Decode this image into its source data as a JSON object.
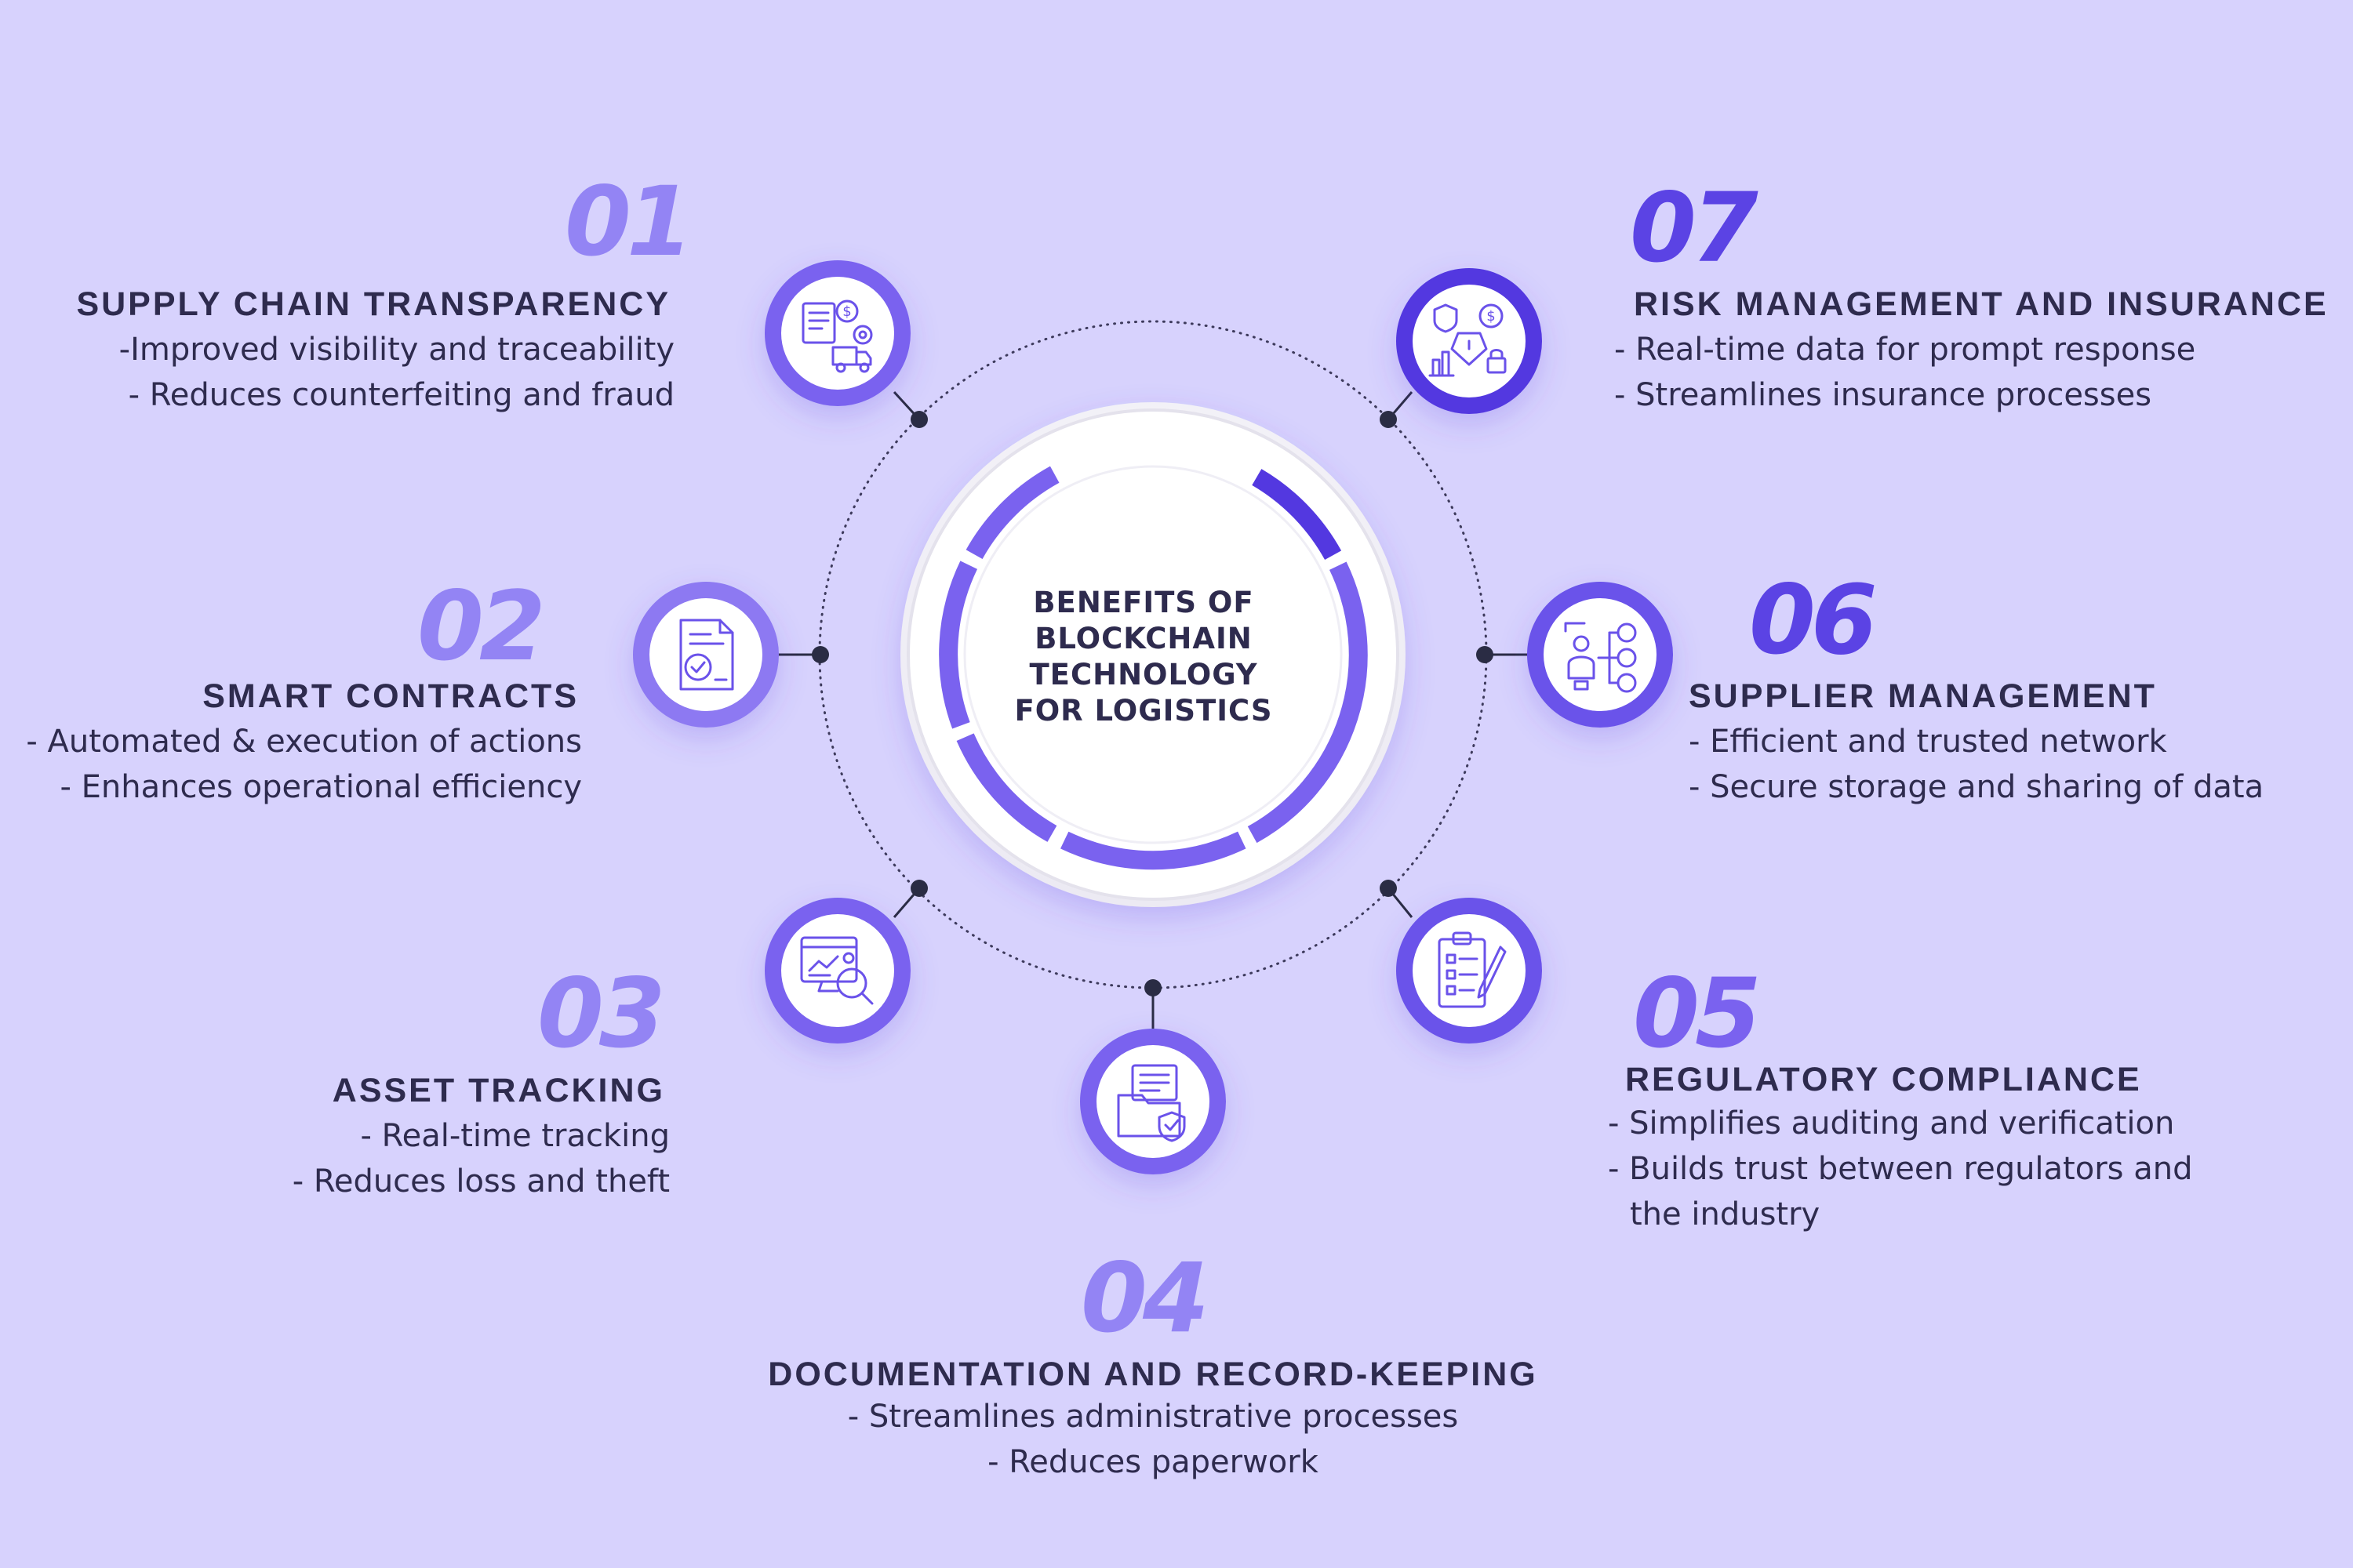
{
  "center": {
    "lines": [
      "BENEFITS OF",
      "BLOCKCHAIN",
      "TECHNOLOGY",
      "FOR LOGISTICS"
    ]
  },
  "colors": {
    "background": "#d7d2fd",
    "number_light": "#9384f4",
    "number_dark": "#5b43e4",
    "ring": "#7a62ef",
    "ring_dark": "#5338e0",
    "text": "#2e2b4e",
    "dot": "#2a2c44"
  },
  "items": [
    {
      "number": "01",
      "title": "SUPPLY CHAIN TRANSPARENCY",
      "points": [
        "-Improved visibility and traceability",
        "- Reduces counterfeiting and fraud"
      ],
      "icon": "supply-chain-icon"
    },
    {
      "number": "02",
      "title": "SMART CONTRACTS",
      "points": [
        "- Automated & execution of actions",
        "- Enhances operational efficiency"
      ],
      "icon": "contract-icon"
    },
    {
      "number": "03",
      "title": "ASSET TRACKING",
      "points": [
        "- Real-time tracking",
        "- Reduces loss and theft"
      ],
      "icon": "asset-tracking-icon"
    },
    {
      "number": "04",
      "title": "DOCUMENTATION AND RECORD-KEEPING",
      "points": [
        "- Streamlines administrative processes",
        "- Reduces paperwork"
      ],
      "icon": "document-folder-icon"
    },
    {
      "number": "05",
      "title": "REGULATORY COMPLIANCE",
      "points": [
        "- Simplifies auditing and verification",
        "- Builds trust between regulators and",
        "the industry"
      ],
      "icon": "clipboard-checklist-icon"
    },
    {
      "number": "06",
      "title": "SUPPLIER MANAGEMENT",
      "points": [
        "- Efficient and trusted network",
        "- Secure storage and sharing of data"
      ],
      "icon": "supplier-network-icon"
    },
    {
      "number": "07",
      "title": "RISK MANAGEMENT AND INSURANCE",
      "points": [
        "- Real-time data for prompt response",
        "- Streamlines insurance processes"
      ],
      "icon": "risk-insurance-icon"
    }
  ]
}
